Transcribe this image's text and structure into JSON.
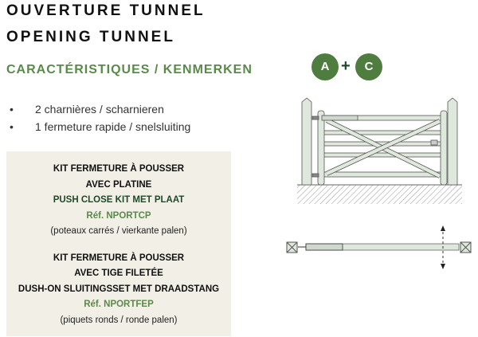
{
  "title_fr": "OUVERTURE TUNNEL",
  "title_en": "OPENING TUNNEL",
  "subtitle": "CARACTÉRISTIQUES / KENMERKEN",
  "bullets": [
    "2 charnières / scharnieren",
    "1 fermeture rapide / snelsluiting"
  ],
  "bullet_symbol": "•",
  "kit1": {
    "line1": "KIT FERMETURE  À POUSSER",
    "line2": "AVEC PLATINE",
    "line3": "PUSH CLOSE KIT MET PLAAT",
    "ref": "Réf. NPORTCP",
    "note": "(poteaux carrés / vierkante palen)"
  },
  "kit2": {
    "line1": "KIT FERMETURE  À POUSSER",
    "line2": "AVEC TIGE FILETÉE",
    "line3": "DUSH-ON SLUITINGSSET MET DRAADSTANG",
    "ref": "Réf. NPORTFEP",
    "note": "(piquets ronds / ronde palen)"
  },
  "badges": {
    "a": "A",
    "plus": "+",
    "c": "C"
  },
  "colors": {
    "green": "#5a8a4a",
    "badge": "#4e7d3f",
    "panel": "#f1efe6"
  }
}
